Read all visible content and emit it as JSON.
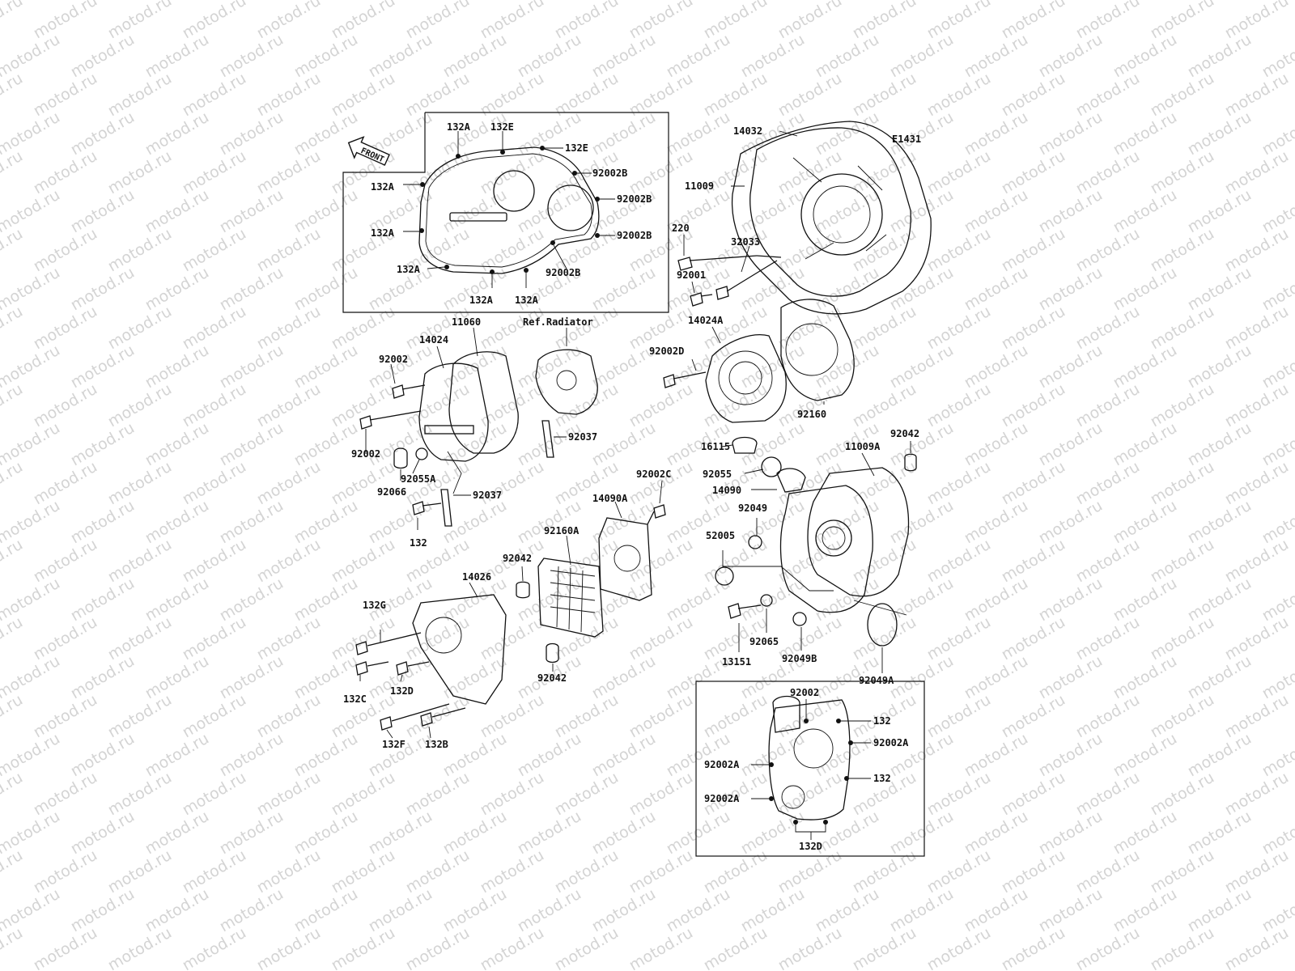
{
  "watermark": "motod.ru",
  "diagram_code": "E1431",
  "front_arrow": "FRONT",
  "ref_note": "Ref.Radiator",
  "labels": {
    "clutch_132A_top": "132A",
    "clutch_132E_top": "132E",
    "clutch_132E_right": "132E",
    "clutch_92002B_1": "92002B",
    "clutch_92002B_2": "92002B",
    "clutch_92002B_3": "92002B",
    "clutch_92002B_4": "92002B",
    "clutch_132A_left1": "132A",
    "clutch_132A_left2": "132A",
    "clutch_132A_left3": "132A",
    "clutch_132A_bot1": "132A",
    "clutch_132A_bot2": "132A",
    "p14032": "14032",
    "p11009": "11009",
    "p220": "220",
    "p32033": "32033",
    "p92001": "92001",
    "p14024A": "14024A",
    "p92002D": "92002D",
    "p92160": "92160",
    "p11060": "11060",
    "p14024": "14024",
    "p92002_a": "92002",
    "p92002_b": "92002",
    "p92055A": "92055A",
    "p92066": "92066",
    "p92037_a": "92037",
    "p92037_b": "92037",
    "p132_mid": "132",
    "p92002C": "92002C",
    "p14090A": "14090A",
    "p92160A": "92160A",
    "p92042_a": "92042",
    "p14026": "14026",
    "p132G": "132G",
    "p132C": "132C",
    "p132D_left": "132D",
    "p92042_b": "92042",
    "p132F": "132F",
    "p132B": "132B",
    "p16115": "16115",
    "p92055": "92055",
    "p14090": "14090",
    "p92049": "92049",
    "p52005": "52005",
    "p13151": "13151",
    "p92065": "92065",
    "p92049B": "92049B",
    "p92049A": "92049A",
    "p11009A": "11009A",
    "p92042_c": "92042",
    "inset_92002": "92002",
    "inset_132_1": "132",
    "inset_92002A_r": "92002A",
    "inset_92002A_l1": "92002A",
    "inset_132_2": "132",
    "inset_92002A_l2": "92002A",
    "inset_132D": "132D"
  }
}
